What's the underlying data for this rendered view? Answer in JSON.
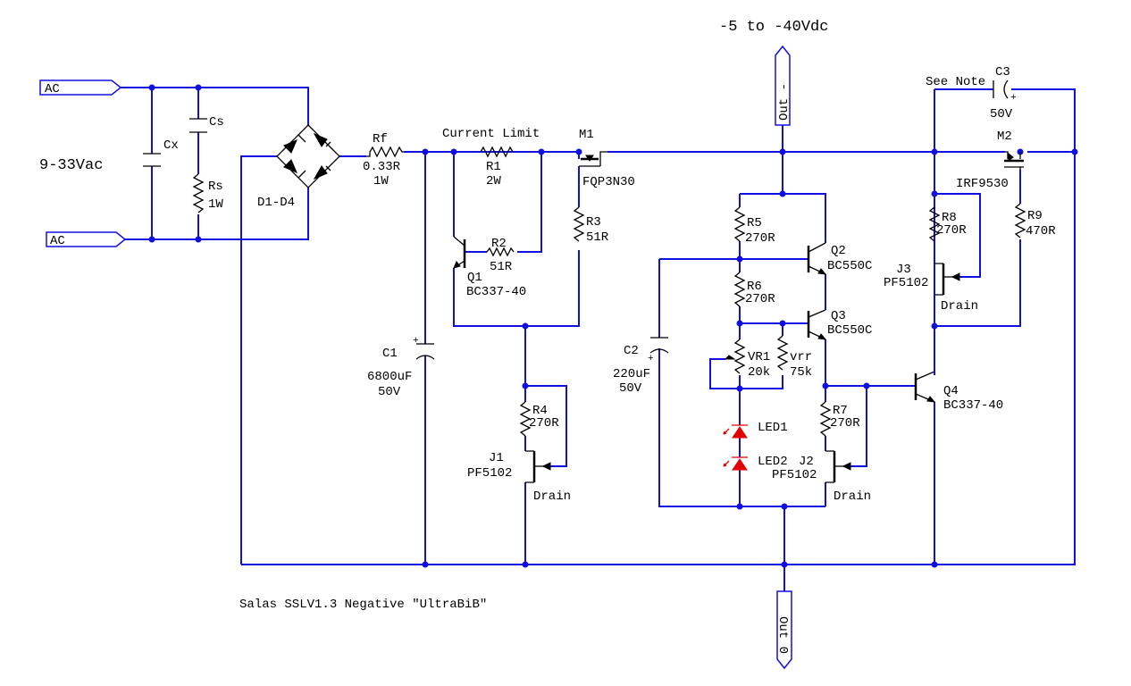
{
  "supply_range": "-5 to -40Vdc",
  "input_range": "9-33Vac",
  "title_caption": "Salas SSLV1.3 Negative \"UltraBiB\"",
  "ports": {
    "ac_top": "AC",
    "ac_bottom": "AC",
    "out_minus": "Out -",
    "out_zero": "Out 0"
  },
  "labels": {
    "current_limit": "Current Limit",
    "see_note": "See Note"
  },
  "components": {
    "cx": {
      "name": "Cx"
    },
    "cs": {
      "name": "Cs"
    },
    "rs": {
      "name": "Rs",
      "value": "1W"
    },
    "d1d4": {
      "name": "D1-D4"
    },
    "rf": {
      "name": "Rf",
      "value": "0.33R",
      "power": "1W"
    },
    "r1": {
      "name": "R1",
      "value": "2W"
    },
    "r2": {
      "name": "R2",
      "value": "51R"
    },
    "q1": {
      "name": "Q1",
      "part": "BC337-40"
    },
    "m1": {
      "name": "M1",
      "part": "FQP3N30"
    },
    "r3": {
      "name": "R3",
      "value": "51R"
    },
    "c1": {
      "name": "C1",
      "value": "6800uF",
      "voltage": "50V"
    },
    "r4": {
      "name": "R4",
      "value": "270R"
    },
    "j1": {
      "name": "J1",
      "part": "PF5102",
      "drain": "Drain"
    },
    "c2": {
      "name": "C2",
      "value": "220uF",
      "voltage": "50V"
    },
    "r5": {
      "name": "R5",
      "value": "270R"
    },
    "q2": {
      "name": "Q2",
      "part": "BC550C"
    },
    "r6": {
      "name": "R6",
      "value": "270R"
    },
    "q3": {
      "name": "Q3",
      "part": "BC550C"
    },
    "vr1": {
      "name": "VR1",
      "value": "20k"
    },
    "vrr": {
      "name": "vrr",
      "value": "75k"
    },
    "led1": {
      "name": "LED1"
    },
    "led2": {
      "name": "LED2"
    },
    "r7": {
      "name": "R7",
      "value": "270R"
    },
    "j2": {
      "name": "J2",
      "part": "PF5102",
      "drain": "Drain"
    },
    "c3": {
      "name": "C3",
      "voltage": "50V"
    },
    "m2": {
      "name": "M2",
      "part": "IRF9530"
    },
    "r8": {
      "name": "R8",
      "value": "270R"
    },
    "r9": {
      "name": "R9",
      "value": "470R"
    },
    "j3": {
      "name": "J3",
      "part": "PF5102",
      "drain": "Drain"
    },
    "q4": {
      "name": "Q4",
      "part": "BC337-40"
    }
  },
  "colors": {
    "wire": "#1010e0",
    "component": "#000000",
    "led": "#e00000",
    "background": "#ffffff"
  }
}
